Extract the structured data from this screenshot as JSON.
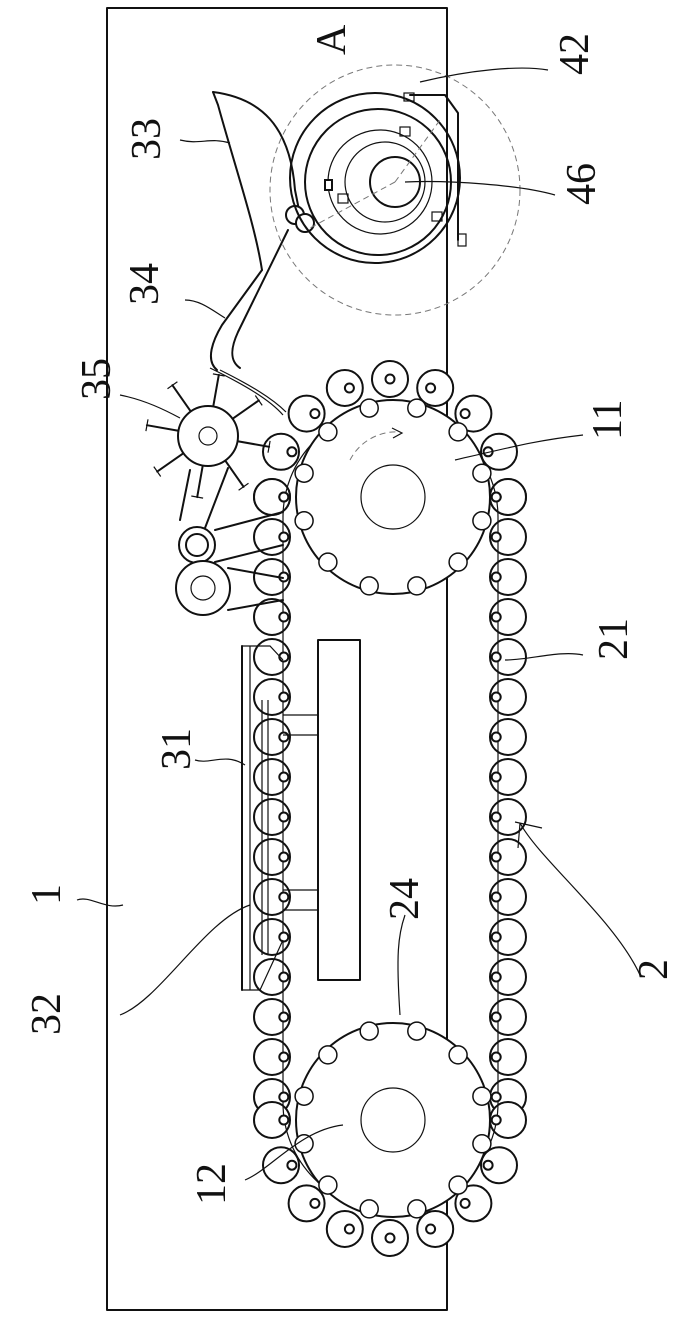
{
  "figure": {
    "reference_labels": [
      {
        "id": "label-1",
        "text": "1"
      },
      {
        "id": "label-2",
        "text": "2"
      },
      {
        "id": "label-11",
        "text": "11"
      },
      {
        "id": "label-12",
        "text": "12"
      },
      {
        "id": "label-21",
        "text": "21"
      },
      {
        "id": "label-24",
        "text": "24"
      },
      {
        "id": "label-31",
        "text": "31"
      },
      {
        "id": "label-32",
        "text": "32"
      },
      {
        "id": "label-33",
        "text": "33"
      },
      {
        "id": "label-34",
        "text": "34"
      },
      {
        "id": "label-35",
        "text": "35"
      },
      {
        "id": "label-42",
        "text": "42"
      },
      {
        "id": "label-46",
        "text": "46"
      },
      {
        "id": "label-A",
        "text": "A"
      }
    ]
  },
  "colors": {
    "stroke": "#111111",
    "background": "#ffffff",
    "guide": "#777777"
  }
}
